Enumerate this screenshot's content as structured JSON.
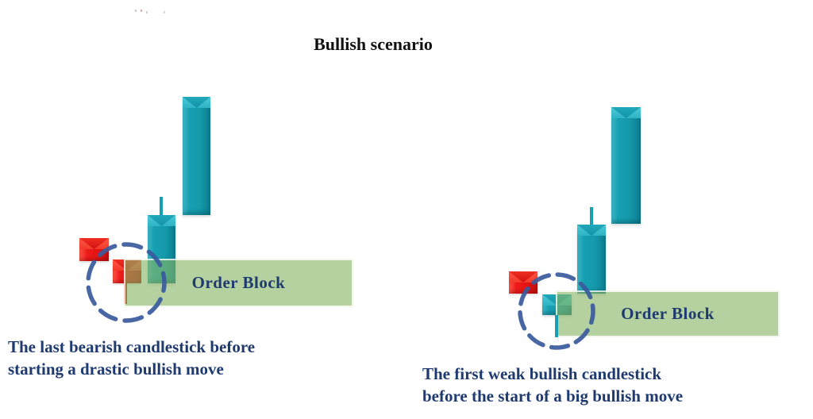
{
  "title": "Bullish scenario",
  "colors": {
    "teal-light": "#4ec7d5",
    "teal-main": "#17a0b2",
    "teal-dark": "#0c7e90",
    "teal-bevel": "#1193a5",
    "red-light": "#fb5747",
    "red-main": "#ee1a1a",
    "red-dark": "#bf0f0f",
    "red-bevel": "#d31111",
    "order-block-fill": "rgba(134,180,100,0.62)",
    "circle-blue": "#3a5a9c",
    "label-navy": "#1e3a6e",
    "title-black": "#111111"
  },
  "left_diagram": {
    "order_block_label": "Order Block",
    "caption_line1": "The last bearish candlestick before",
    "caption_line2": "starting a drastic bullish move",
    "circled_candle": "last bearish candlestick",
    "candle_types": [
      "bearish",
      "bearish (circled)",
      "bullish medium",
      "bullish large"
    ]
  },
  "right_diagram": {
    "order_block_label": "Order Block",
    "caption_line1": "The first weak bullish candlestick",
    "caption_line2": "before the start of a big bullish move",
    "circled_candle": "first weak bullish candlestick",
    "candle_types": [
      "bearish",
      "weak bullish (circled)",
      "bullish medium",
      "bullish large"
    ]
  }
}
